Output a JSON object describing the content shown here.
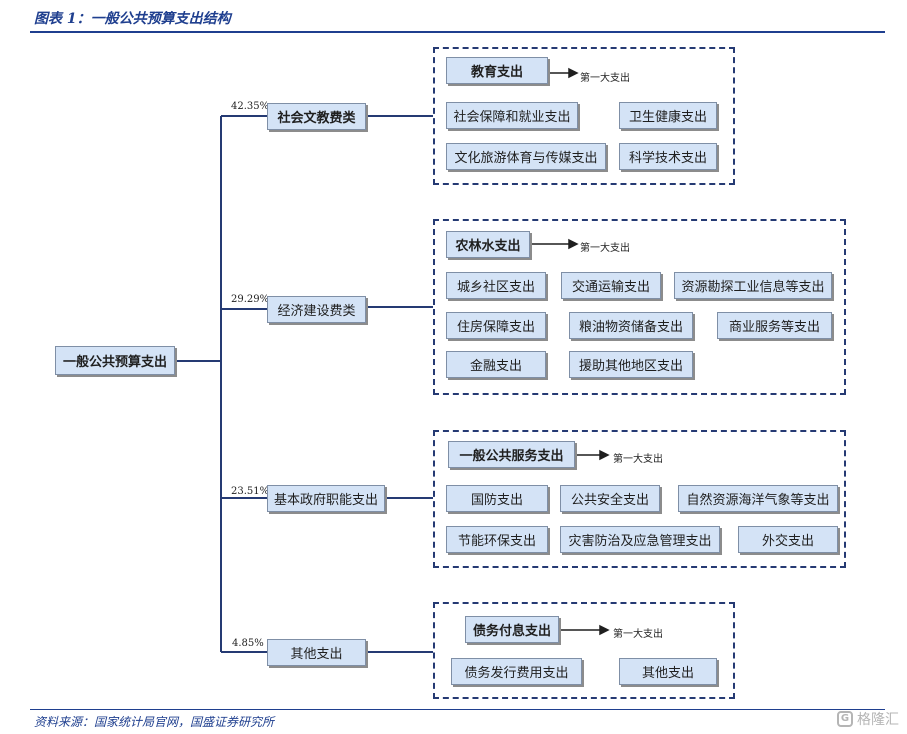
{
  "title": "图表 1：一般公共预算支出结构",
  "source": "资料来源：国家统计局官网，国盛证券研究所",
  "watermark": "格隆汇",
  "root": "一般公共预算支出",
  "categories": [
    {
      "label": "社会文教费类",
      "percent": "42.35%",
      "top_item": "教育支出",
      "top_note": "第一大支出",
      "items": [
        "社会保障和就业支出",
        "卫生健康支出",
        "文化旅游体育与传媒支出",
        "科学技术支出"
      ]
    },
    {
      "label": "经济建设费类",
      "percent": "29.29%",
      "top_item": "农林水支出",
      "top_note": "第一大支出",
      "items": [
        "城乡社区支出",
        "交通运输支出",
        "资源勘探工业信息等支出",
        "住房保障支出",
        "粮油物资储备支出",
        "商业服务等支出",
        "金融支出",
        "援助其他地区支出"
      ]
    },
    {
      "label": "基本政府职能支出",
      "percent": "23.51%",
      "top_item": "一般公共服务支出",
      "top_note": "第一大支出",
      "items": [
        "国防支出",
        "公共安全支出",
        "自然资源海洋气象等支出",
        "节能环保支出",
        "灾害防治及应急管理支出",
        "外交支出"
      ]
    },
    {
      "label": "其他支出",
      "percent": "4.85%",
      "top_item": "债务付息支出",
      "top_note": "第一大支出",
      "items": [
        "债务发行费用支出",
        "其他支出"
      ]
    }
  ]
}
